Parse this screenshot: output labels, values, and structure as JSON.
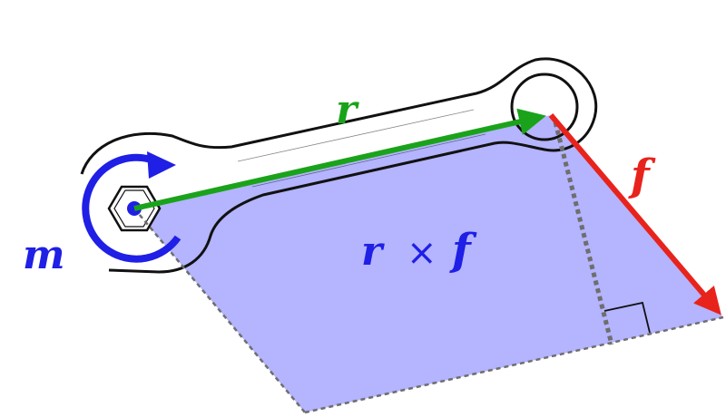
{
  "labels": {
    "r": "r",
    "f": "f",
    "m": "m",
    "cross_r": "r",
    "cross_times": "×",
    "cross_f": "f"
  },
  "colors": {
    "r_vector": "#1aa31a",
    "f_vector": "#e8231c",
    "moment": "#1f1fe6",
    "parallelogram_fill": "#b4b4ff",
    "dashed_edge": "#6e6e6e",
    "wrench_outline": "#111111"
  },
  "icons": {
    "wrench": "wrench-icon",
    "hex_nut": "hex-nut-icon",
    "moment_arrow": "circular-arrow-icon",
    "right_angle": "right-angle-mark-icon"
  }
}
